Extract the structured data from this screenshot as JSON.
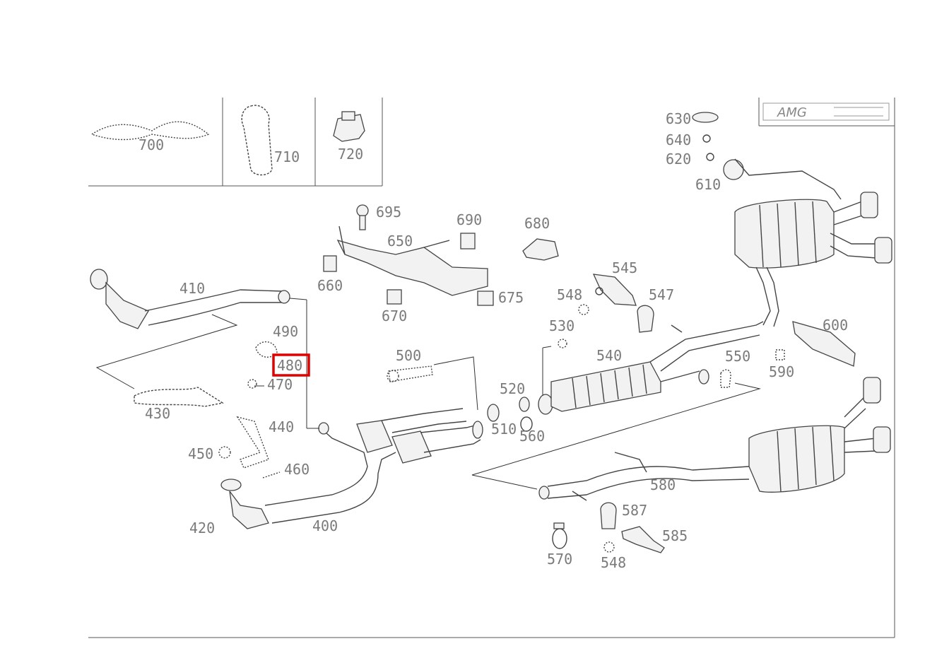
{
  "diagram": {
    "logo_text": "AMG",
    "highlighted_part": "480",
    "part_labels": [
      {
        "id": "p700",
        "text": "700"
      },
      {
        "id": "p710",
        "text": "710"
      },
      {
        "id": "p720",
        "text": "720"
      },
      {
        "id": "p695",
        "text": "695"
      },
      {
        "id": "p650",
        "text": "650"
      },
      {
        "id": "p690",
        "text": "690"
      },
      {
        "id": "p680",
        "text": "680"
      },
      {
        "id": "p660",
        "text": "660"
      },
      {
        "id": "p670",
        "text": "670"
      },
      {
        "id": "p675",
        "text": "675"
      },
      {
        "id": "p630",
        "text": "630"
      },
      {
        "id": "p640",
        "text": "640"
      },
      {
        "id": "p620",
        "text": "620"
      },
      {
        "id": "p610",
        "text": "610"
      },
      {
        "id": "p410",
        "text": "410"
      },
      {
        "id": "p490",
        "text": "490"
      },
      {
        "id": "p480",
        "text": "480"
      },
      {
        "id": "p470",
        "text": "470"
      },
      {
        "id": "p430",
        "text": "430"
      },
      {
        "id": "p440",
        "text": "440"
      },
      {
        "id": "p450",
        "text": "450"
      },
      {
        "id": "p460",
        "text": "460"
      },
      {
        "id": "p420",
        "text": "420"
      },
      {
        "id": "p400",
        "text": "400"
      },
      {
        "id": "p500",
        "text": "500"
      },
      {
        "id": "p510",
        "text": "510"
      },
      {
        "id": "p520",
        "text": "520"
      },
      {
        "id": "p560",
        "text": "560"
      },
      {
        "id": "p530",
        "text": "530"
      },
      {
        "id": "p540",
        "text": "540"
      },
      {
        "id": "p545",
        "text": "545"
      },
      {
        "id": "p548a",
        "text": "548"
      },
      {
        "id": "p547",
        "text": "547"
      },
      {
        "id": "p550",
        "text": "550"
      },
      {
        "id": "p590",
        "text": "590"
      },
      {
        "id": "p600",
        "text": "600"
      },
      {
        "id": "p580",
        "text": "580"
      },
      {
        "id": "p587",
        "text": "587"
      },
      {
        "id": "p585",
        "text": "585"
      },
      {
        "id": "p570",
        "text": "570"
      },
      {
        "id": "p548b",
        "text": "548"
      }
    ]
  }
}
